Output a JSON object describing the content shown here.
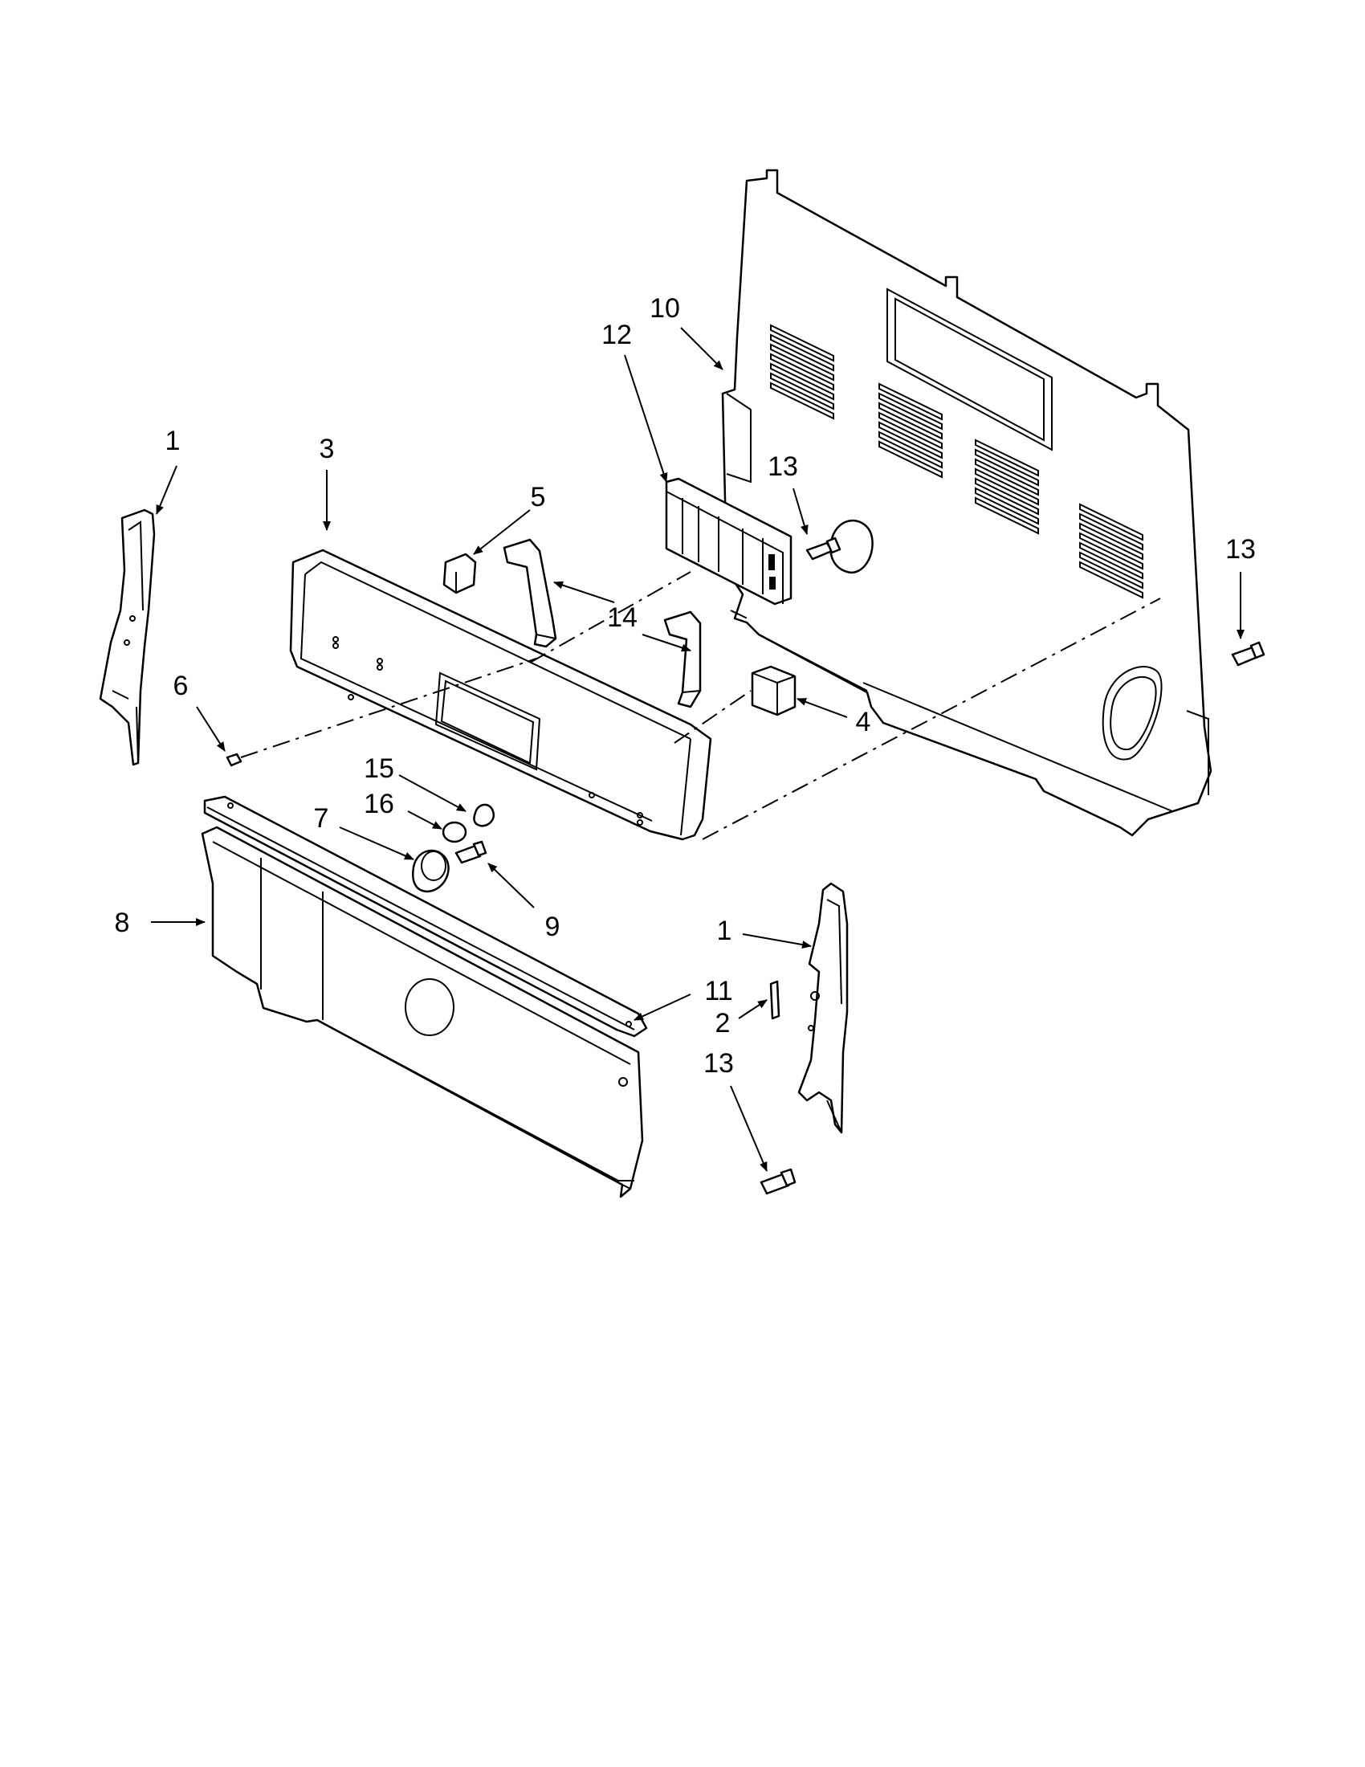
{
  "callouts": {
    "c1_left": "1",
    "c1_right": "1",
    "c2": "2",
    "c3": "3",
    "c4": "4",
    "c5": "5",
    "c6": "6",
    "c7": "7",
    "c8": "8",
    "c9": "9",
    "c10": "10",
    "c11": "11",
    "c12": "12",
    "c13_top": "13",
    "c13_right": "13",
    "c13_bottom": "13",
    "c14": "14",
    "c15": "15",
    "c16": "16"
  }
}
